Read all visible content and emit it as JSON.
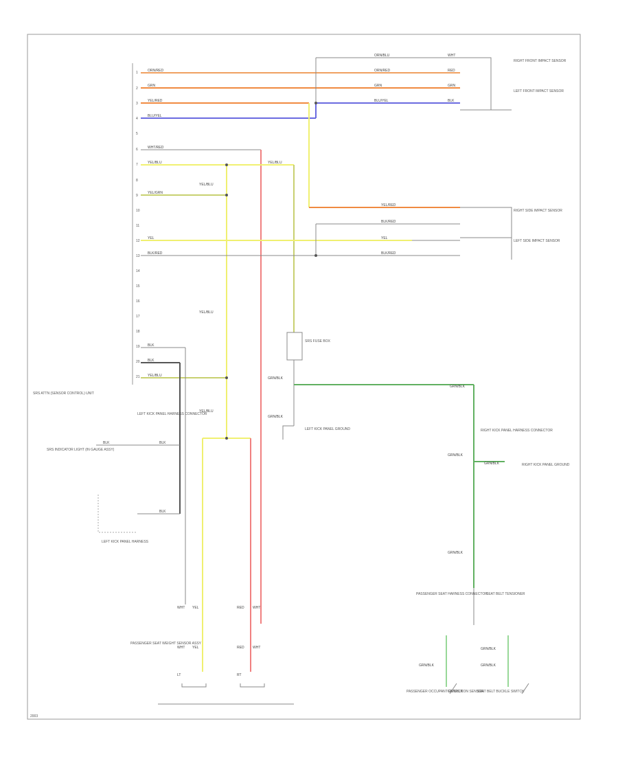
{
  "diagram": {
    "control_unit_label": "SRS ATTN (SENSOR CONTROL) UNIT",
    "page_number": "2003",
    "colors": {
      "orange": "#f0a060",
      "orange_dark": "#f08a40",
      "blue": "#6a6ae0",
      "yellow": "#f0f070",
      "yellow_green": "#c8d070",
      "red": "#f08080",
      "green": "#60b060",
      "light_green": "#98d898",
      "gray_wire": "#888888",
      "dark_wire": "#555555",
      "border": "#999999"
    },
    "pins": [
      "1",
      "2",
      "3",
      "4",
      "5",
      "6",
      "7",
      "8",
      "9",
      "10",
      "11",
      "12",
      "13",
      "14",
      "15",
      "16",
      "17",
      "18",
      "19",
      "20",
      "21"
    ],
    "wires": {
      "ctrl_top_1": "ORN/RED",
      "ctrl_top_2": "GRN",
      "ctrl_top_3": "YEL/RED",
      "ctrl_top_4": "BLU/YEL",
      "ctrl_mid_1": "WHT/RED",
      "ctrl_mid_2": "YEL/BLU",
      "ctrl_mid_3": "YEL/GRN",
      "ctrl_mid_4": "YEL",
      "ctrl_mid_5": "BLK/RED",
      "ctrl_low_1": "BLK",
      "ctrl_low_2": "BLK",
      "ctrl_low_3": "YEL/BLU",
      "right_front_1": "ORN/BLU",
      "right_front_2": "ORN/RED",
      "right_front_3": "GRN",
      "right_front_4": "BLU/YEL",
      "side_1": "YEL/RED",
      "side_2": "BLK/RED",
      "side_3": "YEL",
      "side_4": "BLK/RED",
      "vert_1": "YEL/BLU",
      "vert_2": "YEL/BLU",
      "vert_3": "YEL/BLU",
      "vert_4": "YEL/BLU",
      "grn_1": "GRN/BLK",
      "grn_2": "GRN/BLK",
      "grn_3": "GRN/BLK",
      "grn_4": "GRN/BLK",
      "grn_5": "GRN/BLK",
      "grn_6": "GRN/BLK",
      "left_1": "BLK",
      "left_2": "BLK",
      "left_3": "BLK",
      "bottom_1": "GRN/BLK",
      "bottom_2": "GRN/BLK",
      "bottom_3": "GRN/BLK",
      "bottom_4": "GRN/BLK"
    },
    "components": {
      "right_front_sensor": "RIGHT FRONT IMPACT SENSOR",
      "left_front_sensor": "LEFT FRONT IMPACT SENSOR",
      "right_side_sensor": "RIGHT SIDE IMPACT SENSOR",
      "left_side_sensor": "LEFT SIDE IMPACT SENSOR",
      "ground_fuse": "SRS FUSE BOX",
      "left_kick_ground": "LEFT KICK PANEL GROUND",
      "right_kick_harness": "RIGHT KICK PANEL HARNESS CONNECTOR",
      "right_kick_ground": "RIGHT KICK PANEL GROUND",
      "left_kick_connector": "LEFT KICK PANEL HARNESS CONNECTOR",
      "left_indicator": "SRS INDICATOR LIGHT (IN GAUGE ASSY)",
      "left_kick_harness": "LEFT KICK PANEL HARNESS",
      "seat_assembly": "PASSENGER SEAT WEIGHT SENSOR ASSY",
      "passenger_connector": "PASSENGER SEAT HARNESS CONNECTOR",
      "seatbelt_conn": "SEAT BELT TENSIONER",
      "passenger_weight": "PASSENGER OCCUPANT DETECTION SENSOR",
      "seat_belt_buckle": "SEAT BELT BUCKLE SWITCH"
    },
    "labels": {
      "c_red": "RED",
      "c_wht": "WHT",
      "c_yel": "YEL",
      "c_blk": "BLK",
      "c_grn": "GRN",
      "c_lt": "LT",
      "c_rt": "RT"
    }
  }
}
